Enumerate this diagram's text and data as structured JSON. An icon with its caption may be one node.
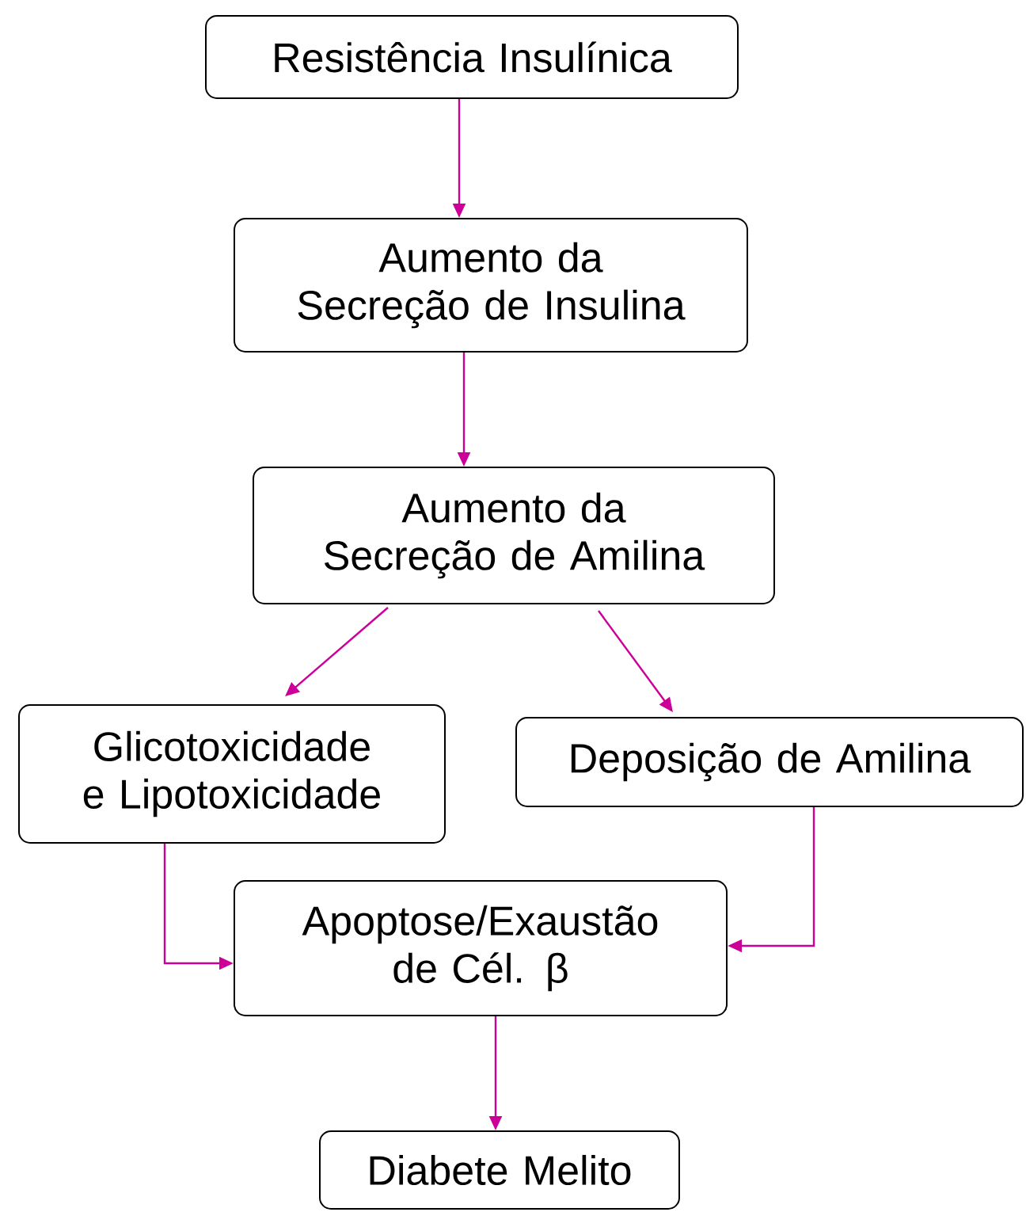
{
  "diagram": {
    "nodes": [
      {
        "text": [
          "Resistência Insulínica"
        ]
      },
      {
        "text": [
          "Aumento da Secreção de Insulina"
        ]
      },
      {
        "text": [
          "Aumento da Secreção de Amilina"
        ]
      },
      {
        "text": [
          "Glicotoxicidade e Lipotoxicidade"
        ]
      },
      {
        "text": [
          "Deposição de Amilina"
        ]
      },
      {
        "text": [
          "Apoptose/Exaustão de Cél. β"
        ]
      },
      {
        "text": [
          "Diabete Melito"
        ]
      }
    ],
    "edges": [
      {
        "from": 0,
        "to": 1,
        "arrow": "to"
      },
      {
        "from": 1,
        "to": 2,
        "arrow": "to"
      },
      {
        "from": 2,
        "to": 3,
        "arrow": "to"
      },
      {
        "from": 2,
        "to": 4,
        "arrow": "to"
      },
      {
        "from": 3,
        "to": 5,
        "arrow": "to"
      },
      {
        "from": 4,
        "to": 5,
        "arrow": "to"
      },
      {
        "from": 5,
        "to": 6,
        "arrow": "to"
      }
    ]
  }
}
